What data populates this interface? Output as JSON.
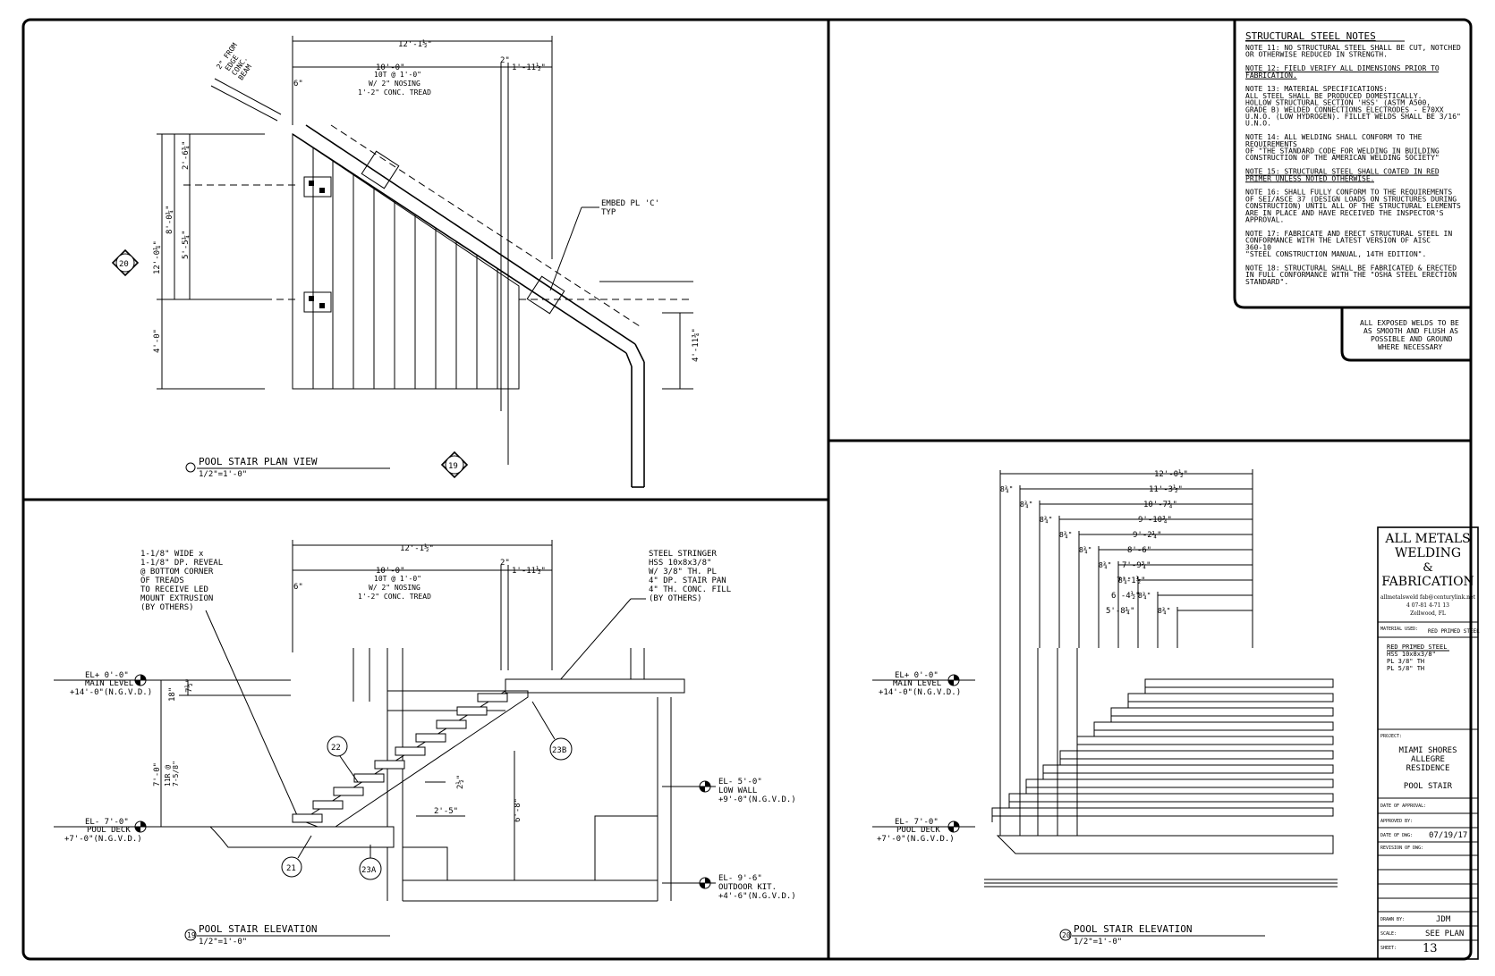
{
  "plan_view": {
    "dim_top_total": "12'-1½\"",
    "dim_stair_run": "10'-0\"",
    "dim_landing": "1'-11½\"",
    "dim_two_in": "2\"",
    "dim_six_in": "6\"",
    "note_tread": [
      "10T @ 1'-0\"",
      "W/ 2\" NOSING",
      "1'-2\" CONC. TREAD"
    ],
    "note_edge": [
      "2\" FROM",
      "EDGE",
      "CONC.",
      "BEAM"
    ],
    "dim_left_total": "12'-0¼\"",
    "dim_left_upper": "8'-0¼\"",
    "dim_left_lower": "4'-0\"",
    "dim_mid_a": "2'-6¾\"",
    "dim_mid_b": "5'-5¼\"",
    "dim_right": "4'-11¾\"",
    "embed_note": [
      "EMBED PL 'C'",
      "TYP"
    ],
    "section_mark_left": "20",
    "section_mark_bottom": "19",
    "title": "POOL STAIR PLAN VIEW",
    "scale": "1/2\"=1'-0\""
  },
  "elevation_19": {
    "dim_top_total": "12'-1½\"",
    "dim_stair_run": "10'-0\"",
    "dim_landing": "1'-11½\"",
    "dim_two_in": "2\"",
    "dim_six_in": "6\"",
    "note_tread": [
      "10T @ 1'-0\"",
      "W/ 2\" NOSING",
      "1'-2\" CONC. TREAD"
    ],
    "reveal_note": [
      "1-1/8\" WIDE x",
      "1-1/8\" DP. REVEAL",
      "@ BOTTOM CORNER",
      "OF TREADS",
      "TO RECEIVE LED",
      "MOUNT EXTRUSION",
      "(BY OTHERS)"
    ],
    "stringer_note": [
      "STEEL STRINGER",
      "HSS 10x8x3/8\"",
      "W/ 3/8\" TH. PL",
      "4\" DP. STAIR PAN",
      "4\" TH. CONC. FILL",
      "(BY OTHERS)"
    ],
    "el_main": [
      "EL+ 0'-0\"",
      "MAIN LEVEL",
      "+14'-0\"(N.G.V.D.)"
    ],
    "el_deck": [
      "EL- 7'-0\"",
      "POOL DECK",
      "+7'-0\"(N.G.V.D.)"
    ],
    "el_low": [
      "EL- 5'-0\"",
      "LOW WALL",
      "+9'-0\"(N.G.V.D.)"
    ],
    "el_kit": [
      "EL- 9'-6\"",
      "OUTDOOR KIT.",
      "+4'-6\"(N.G.V.D.)"
    ],
    "dim_rise_total": "7'-0\"",
    "dim_rise_each": [
      "11R @",
      "7-5/8\""
    ],
    "dim_18": "18\"",
    "dim_7": "7½\"",
    "dim_2": "2½\"",
    "dim_2_5": "2'-5\"",
    "dim_6_8": "6'-8\"",
    "callouts": [
      "22",
      "23B",
      "21",
      "23A"
    ],
    "title_mark": "19",
    "title": "POOL STAIR ELEVATION",
    "scale": "1/2\"=1'-0\""
  },
  "elevation_20": {
    "dims": [
      "12'-0½\"",
      "11'-3½\"",
      "10'-7¾\"",
      "9'-10¾\"",
      "9'-2¼\"",
      "8'-6\"",
      "7'-9¾\"",
      "7'-1½\"",
      "6'-4½\"",
      "5'-8¼\""
    ],
    "eighths": "8¾\"",
    "el_main": [
      "EL+ 0'-0\"",
      "MAIN LEVEL",
      "+14'-0\"(N.G.V.D.)"
    ],
    "el_deck": [
      "EL- 7'-0\"",
      "POOL DECK",
      "+7'-0\"(N.G.V.D.)"
    ],
    "title_mark": "20",
    "title": "POOL STAIR ELEVATION",
    "scale": "1/2\"=1'-0\""
  },
  "notes": {
    "heading": "STRUCTURAL STEEL NOTES",
    "lines": [
      {
        "t": "NOTE 11: NO STRUCTURAL STEEL SHALL BE CUT, NOTCHED",
        "u": false
      },
      {
        "t": "OR OTHERWISE REDUCED IN STRENGTH.",
        "u": false
      },
      {
        "t": "",
        "u": false
      },
      {
        "t": "NOTE 12: FIELD VERIFY ALL DIMENSIONS PRIOR TO",
        "u": true
      },
      {
        "t": "FABRICATION.",
        "u": true
      },
      {
        "t": "",
        "u": false
      },
      {
        "t": "NOTE 13: MATERIAL SPECIFICATIONS:",
        "u": false
      },
      {
        "t": "ALL STEEL SHALL BE PRODUCED DOMESTICALLY.",
        "u": false
      },
      {
        "t": "HOLLOW STRUCTURAL SECTION 'HSS' (ASTM A500,",
        "u": false
      },
      {
        "t": "GRADE B) WELDED CONNECTIONS ELECTRODES - E70XX",
        "u": false
      },
      {
        "t": "U.N.O. (LOW HYDROGEN). FILLET WELDS SHALL BE 3/16\"",
        "u": false
      },
      {
        "t": "U.N.O.",
        "u": false
      },
      {
        "t": "",
        "u": false
      },
      {
        "t": "NOTE 14: ALL WELDING SHALL CONFORM TO THE",
        "u": false
      },
      {
        "t": "REQUIREMENTS",
        "u": false
      },
      {
        "t": "OF \"THE STANDARD CODE FOR WELDING IN BUILDING",
        "u": false
      },
      {
        "t": "CONSTRUCTION OF THE AMERICAN WELDING SOCIETY\"",
        "u": false
      },
      {
        "t": "",
        "u": false
      },
      {
        "t": "NOTE 15: STRUCTURAL STEEL SHALL COATED IN RED",
        "u": true
      },
      {
        "t": "PRIMER UNLESS NOTED OTHERWISE.",
        "u": true
      },
      {
        "t": "",
        "u": false
      },
      {
        "t": "NOTE 16: SHALL FULLY CONFORM TO THE REQUIREMENTS",
        "u": false
      },
      {
        "t": "OF SEI/ASCE 37 (DESIGN LOADS ON STRUCTURES DURING",
        "u": false
      },
      {
        "t": "CONSTRUCTION) UNTIL ALL OF THE STRUCTURAL ELEMENTS",
        "u": false
      },
      {
        "t": "ARE IN PLACE AND HAVE RECEIVED THE INSPECTOR'S",
        "u": false
      },
      {
        "t": "APPROVAL.",
        "u": false
      },
      {
        "t": "",
        "u": false
      },
      {
        "t": "NOTE 17: FABRICATE AND ERECT STRUCTURAL STEEL IN",
        "u": false
      },
      {
        "t": "CONFORMANCE  WITH THE LATEST VERSION OF AISC",
        "u": false
      },
      {
        "t": "360-10",
        "u": false
      },
      {
        "t": "\"STEEL CONSTRUCTION MANUAL, 14TH EDITION\".",
        "u": false
      },
      {
        "t": "",
        "u": false
      },
      {
        "t": "NOTE 18: STRUCTURAL SHALL BE FABRICATED & ERECTED",
        "u": false
      },
      {
        "t": "IN FULL CONFORMANCE WITH THE \"OSHA STEEL ERECTION",
        "u": false
      },
      {
        "t": "STANDARD\".",
        "u": false
      }
    ],
    "welds": [
      "ALL EXPOSED WELDS TO BE",
      "AS SMOOTH AND FLUSH AS",
      "POSSIBLE AND GROUND",
      "WHERE NECESSARY"
    ]
  },
  "title_block": {
    "company": [
      "ALL METALS",
      "WELDING",
      "&",
      "FABRICATION"
    ],
    "email": "allmetalsweld fab@centurylink.net",
    "phone": "4 07-81 4-71 13",
    "city": "Zellwood, FL",
    "material_label": "MATERIAL USED:",
    "material_value": "RED PRIMED STEEL",
    "materials": [
      "RED PRIMED STEEL",
      "HSS 10x8x3/8\"",
      "PL 3/8\" TH",
      "PL 5/8\" TH"
    ],
    "project_label": "PROJECT:",
    "project": [
      "MIAMI SHORES",
      "ALLEGRE",
      "RESIDENCE",
      "",
      "POOL STAIR"
    ],
    "date_approval_label": "DATE OF APPROVAL:",
    "approved_label": "APPROVED BY:",
    "date_dwg_label": "DATE OF DWG:",
    "date_dwg": "07/19/17",
    "revision_label": "REVISION OF DWG:",
    "drawn_label": "DRAWN BY:",
    "drawn": "JDM",
    "scale_label": "SCALE:",
    "scale": "SEE PLAN",
    "sheet_label": "SHEET:",
    "sheet": "13"
  }
}
